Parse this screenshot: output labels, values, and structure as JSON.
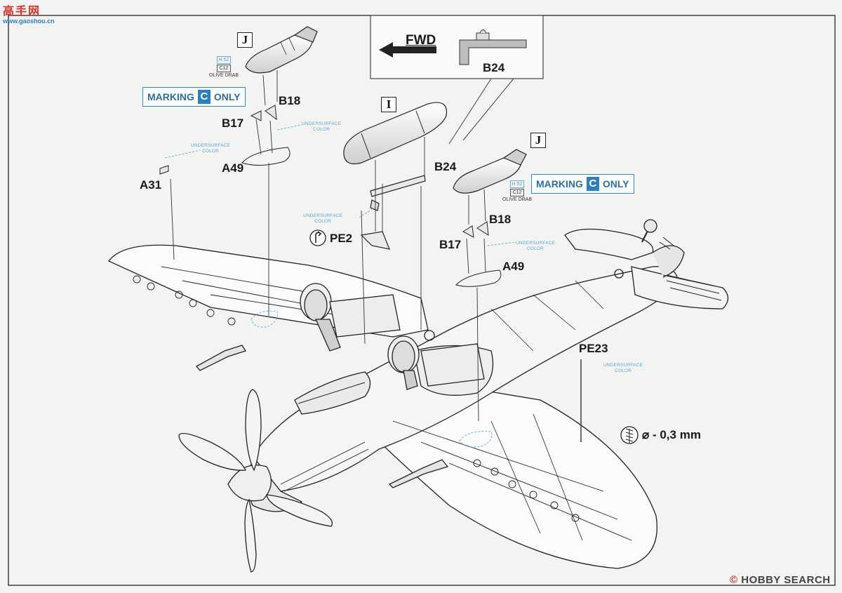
{
  "watermark_top": {
    "cn": "高手网",
    "url": "www.gaoshou.cn"
  },
  "watermark_bottom": {
    "brand": "HOBBY SEARCH",
    "symbol": "©"
  },
  "fwd_box": {
    "fwd_label": "FWD",
    "part": "B24"
  },
  "parts": {
    "b18_left": "B18",
    "b17_left": "B17",
    "a49_left": "A49",
    "a31": "A31",
    "b24": "B24",
    "pe2": "PE2",
    "b18_right": "B18",
    "b17_right": "B17",
    "a49_right": "A49",
    "pe23": "PE23",
    "drill": "⌀ - 0,3 mm"
  },
  "boxes": {
    "j_left": "J",
    "i_center": "I",
    "j_right": "J"
  },
  "marking": {
    "pre": "MARKING",
    "letter": "C",
    "post": "ONLY"
  },
  "undersurface": {
    "line1": "UNDERSURFACE",
    "line2": "COLOR"
  },
  "bomb_color": {
    "h": "H 52",
    "c": "C12",
    "name": "OLIVE DRAB"
  },
  "icons": {
    "fwd": "arrow-left-icon",
    "pe2": "rotate-arrow-icon",
    "drill": "drill-icon"
  }
}
